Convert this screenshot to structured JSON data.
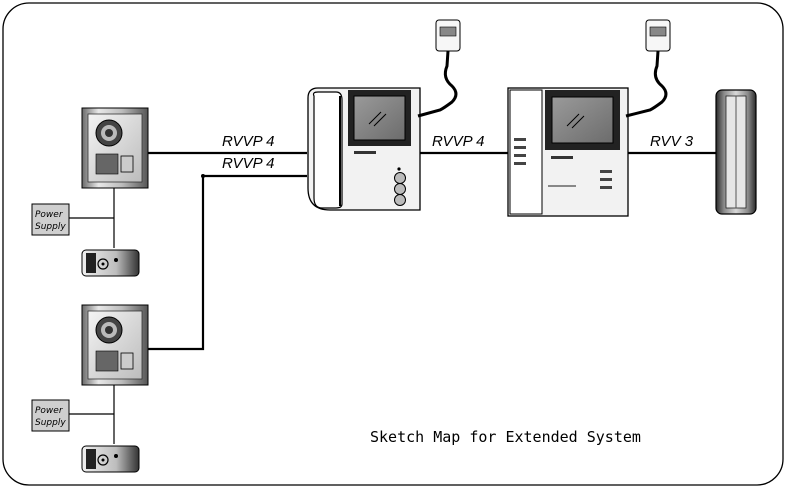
{
  "diagram": {
    "caption": "Sketch Map for Extended System",
    "power_supply_label_line1": "Power",
    "power_supply_label_line2": "Supply",
    "cables": {
      "outdoor1_to_monitor": "RVVP 4",
      "outdoor2_to_monitor": "RVVP 4",
      "monitor_to_extension": "RVVP 4",
      "extension_to_unit": "RVV 3"
    }
  }
}
